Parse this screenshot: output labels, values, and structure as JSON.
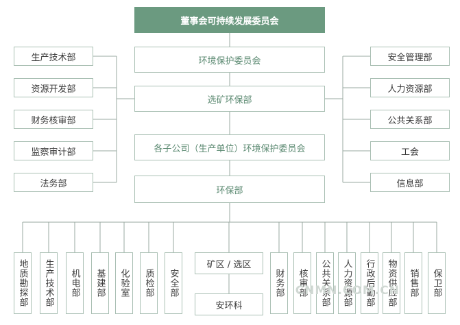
{
  "top": "董事会可持续发展委员会",
  "center": [
    "环境保护委员会",
    "选矿环保部",
    "各子公司（生产单位）环境保护委员会",
    "环保部"
  ],
  "left": [
    "生产技术部",
    "资源开发部",
    "财务核审部",
    "监察审计部",
    "法务部"
  ],
  "right": [
    "安全管理部",
    "人力资源部",
    "公共关系部",
    "工会",
    "信息部"
  ],
  "bottom_left": [
    "地质勘探部",
    "生产技术部",
    "机电部",
    "基建部",
    "化验室",
    "质检部",
    "安全部"
  ],
  "bottom_center": [
    "矿区 / 选区",
    "安环科"
  ],
  "bottom_right": [
    "财务部",
    "核审部",
    "公共关系部",
    "人力资源部",
    "行政后勤部",
    "物资供应部",
    "销售部",
    "保卫部"
  ],
  "watermark": "CNMN.COM.CN",
  "colors": {
    "top_fill": "#6b9a80",
    "border": "#a9bfb3",
    "line": "#9aa8a0",
    "center_text": "#5c8a72"
  }
}
